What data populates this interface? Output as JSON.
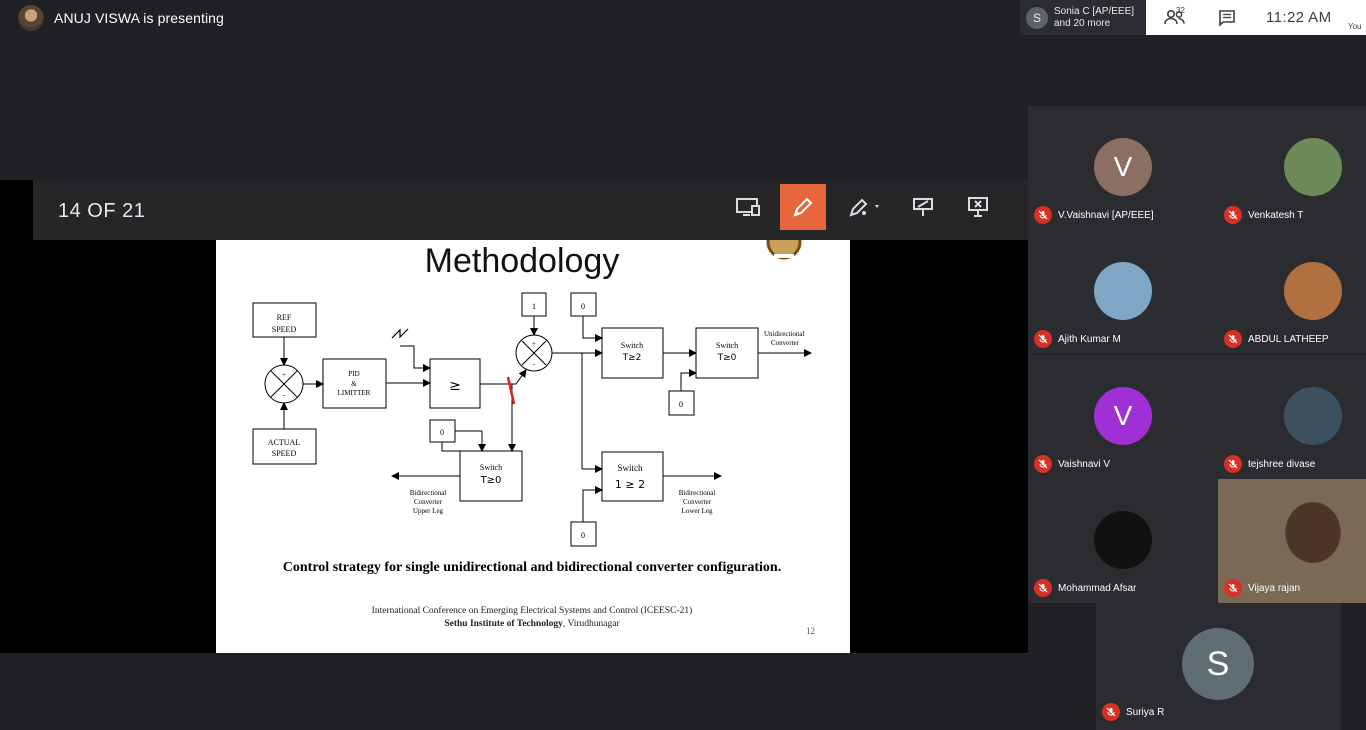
{
  "presenter": {
    "text": "ANUJ VISWA is presenting"
  },
  "others": {
    "avatar": "S",
    "line1": "Sonia C [AP/EEE]",
    "line2": "and 20 more"
  },
  "topbar": {
    "people_count": "32",
    "time": "11:22 AM",
    "you_label": "You"
  },
  "toolbar": {
    "slide_counter": "14 OF 21"
  },
  "slide": {
    "title": "Methodology",
    "blocks": {
      "ref_speed_1": "REF",
      "ref_speed_2": "SPEED",
      "pid_1": "PID",
      "pid_2": "&",
      "pid_3": "LIMITTER",
      "actual_1": "ACTUAL",
      "actual_2": "SPEED",
      "compare": "≥",
      "const_1": "1",
      "zero_top": "0",
      "zero_right": "0",
      "zero_mid": "0",
      "zero_bottom": "0",
      "sw1_1": "Switch",
      "sw1_2": "T≥2",
      "sw2_1": "Switch",
      "sw2_2": "T≥0",
      "sw3_1": "Switch",
      "sw3_2": "T≥0",
      "sw4_1": "Switch",
      "sw4_2": "1 ≥ 2",
      "uni_1": "Unidirectional",
      "uni_2": "Converter",
      "bi_up_1": "Bidirectional",
      "bi_up_2": "Converter",
      "bi_up_3": "Upper Leg",
      "bi_lo_1": "Bidirectional",
      "bi_lo_2": "Converter",
      "bi_lo_3": "Lower Leg",
      "plus_a": "+",
      "minus_a": "-",
      "plus_b": "+",
      "minus_b": "-"
    },
    "caption": "Control strategy for single unidirectional and bidirectional converter configuration.",
    "footer1": "International Conference on Emerging Electrical Systems and Control (ICEESC-21)",
    "footer2_bold": "Sethu Institute of Technology",
    "footer2_rest": ", Virudhunagar",
    "page_number": "12"
  },
  "participants": [
    {
      "name": "V.Vaishnavi [AP/EEE]",
      "initial": "V",
      "color": "#8d6e63"
    },
    {
      "name": "Venkatesh T",
      "initial": "",
      "color": "#6d8a5a"
    },
    {
      "name": "Ajith Kumar M",
      "initial": "",
      "color": "#7fa6c4"
    },
    {
      "name": "ABDUL LATHEEP",
      "initial": "",
      "color": "#b0703f"
    },
    {
      "name": "Vaishnavi V",
      "initial": "V",
      "color": "#a02fd6"
    },
    {
      "name": "tejshree divase",
      "initial": "",
      "color": "#3c5060"
    },
    {
      "name": "Mohammad Afsar",
      "initial": "",
      "color": "#111111"
    },
    {
      "name": "Vijaya rajan",
      "initial": "",
      "color": "#7a6a55"
    },
    {
      "name": "Suriya R",
      "initial": "S",
      "color": "#5f6e73"
    }
  ]
}
